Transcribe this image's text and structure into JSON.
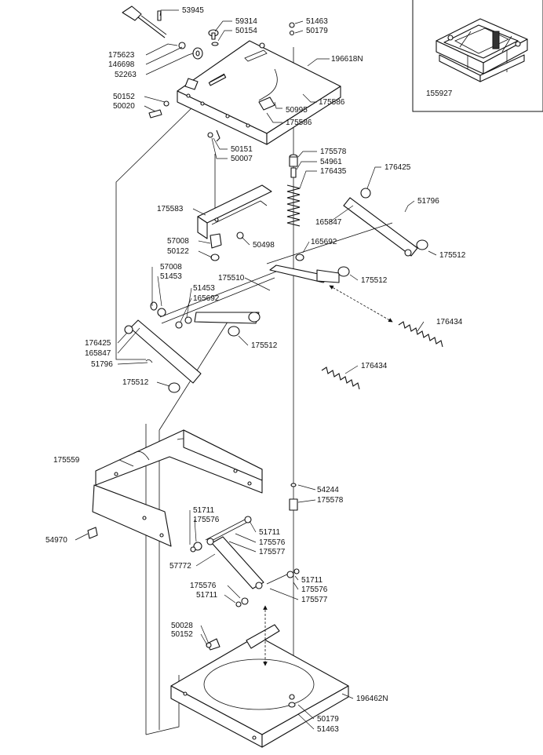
{
  "inset": {
    "part_number": "155927"
  },
  "callouts": [
    "53945",
    "59314",
    "50154",
    "51463",
    "50179",
    "175623",
    "146698",
    "52263",
    "196618N",
    "50152",
    "50020",
    "175586",
    "50995",
    "175586",
    "50151",
    "50007",
    "175578",
    "54961",
    "176435",
    "176425",
    "51796",
    "165847",
    "175583",
    "175512",
    "57008",
    "50122",
    "50498",
    "165692",
    "175512",
    "57008",
    "51453",
    "175510",
    "51453",
    "165692",
    "176434",
    "176425",
    "165847",
    "51796",
    "175512",
    "176434",
    "175512",
    "175559",
    "54244",
    "175578",
    "51711",
    "175576",
    "51711",
    "175576",
    "175577",
    "57772",
    "175576",
    "51711",
    "51711",
    "175576",
    "175577",
    "54970",
    "50028",
    "50152",
    "196462N",
    "50179",
    "51463"
  ]
}
